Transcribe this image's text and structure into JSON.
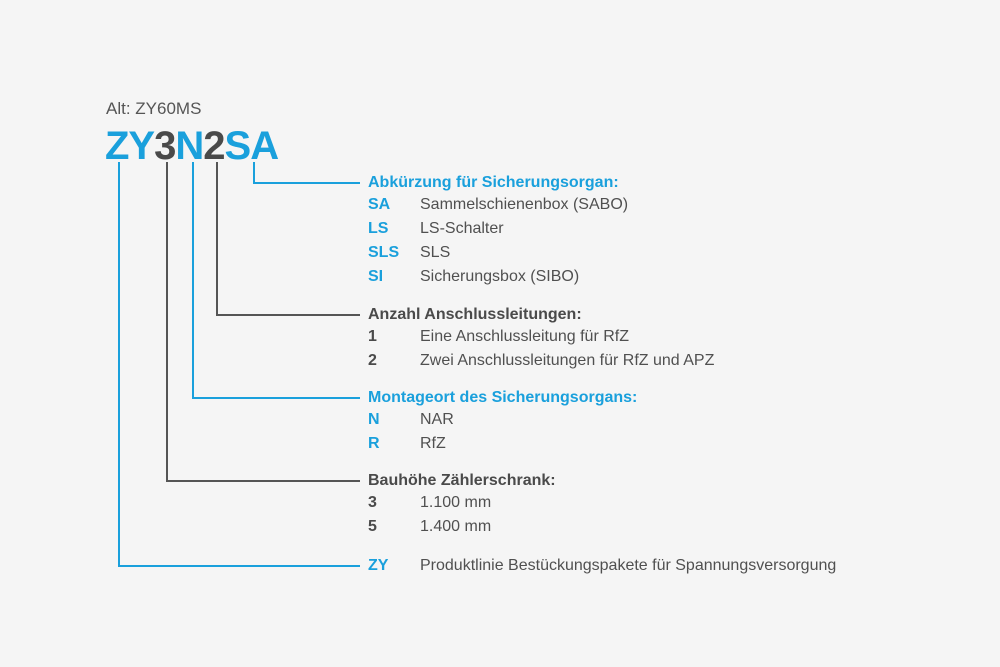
{
  "alt_label": "Alt: ZY60MS",
  "code": {
    "segments": [
      {
        "text": "ZY",
        "color": "blue"
      },
      {
        "text": "3",
        "color": "gray"
      },
      {
        "text": "N",
        "color": "blue"
      },
      {
        "text": "2",
        "color": "gray"
      },
      {
        "text": "SA",
        "color": "blue"
      }
    ]
  },
  "colors": {
    "accent_blue": "#1aa0dc",
    "dark_gray": "#4a4a4a",
    "background": "#f5f5f5"
  },
  "sections": [
    {
      "segment": "SA",
      "heading": "Abkürzung für Sicherungsorgan:",
      "heading_color": "blue",
      "rows": [
        {
          "key": "SA",
          "desc": "Sammelschienenbox (SABO)"
        },
        {
          "key": "LS",
          "desc": "LS-Schalter"
        },
        {
          "key": "SLS",
          "desc": "SLS"
        },
        {
          "key": "SI",
          "desc": "Sicherungsbox (SIBO)"
        }
      ]
    },
    {
      "segment": "2",
      "heading": "Anzahl Anschlussleitungen:",
      "heading_color": "gray",
      "rows": [
        {
          "key": "1",
          "desc": "Eine Anschlussleitung für RfZ"
        },
        {
          "key": "2",
          "desc": "Zwei Anschlussleitungen für RfZ und APZ"
        }
      ]
    },
    {
      "segment": "N",
      "heading": "Montageort des Sicherungsorgans:",
      "heading_color": "blue",
      "rows": [
        {
          "key": "N",
          "desc": "NAR"
        },
        {
          "key": "R",
          "desc": "RfZ"
        }
      ]
    },
    {
      "segment": "3",
      "heading": "Bauhöhe Zählerschrank:",
      "heading_color": "gray",
      "rows": [
        {
          "key": "3",
          "desc": "1.100 mm"
        },
        {
          "key": "5",
          "desc": "1.400 mm"
        }
      ]
    },
    {
      "segment": "ZY",
      "heading": "",
      "heading_color": "blue",
      "rows": [
        {
          "key": "ZY",
          "desc": "Produktlinie Bestückungspakete für Spannungsversorgung"
        }
      ]
    }
  ]
}
